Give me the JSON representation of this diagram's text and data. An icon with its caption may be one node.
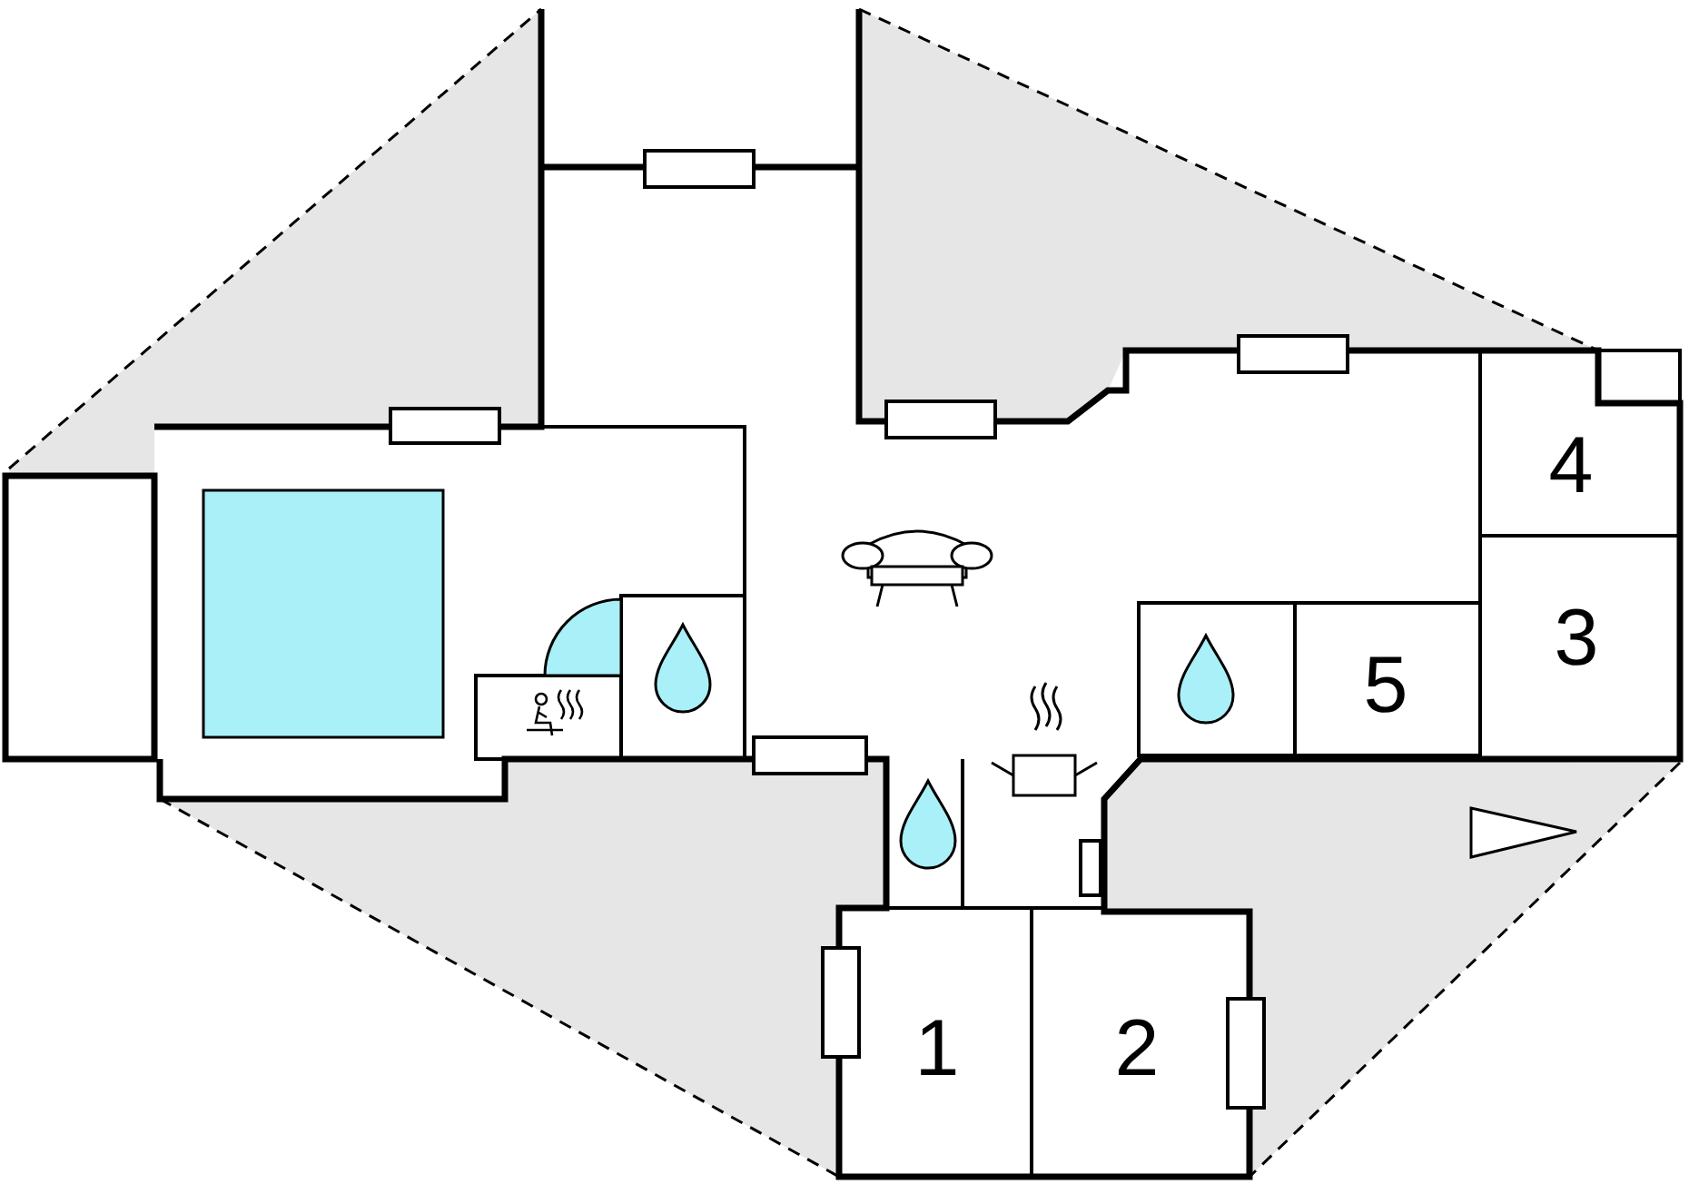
{
  "diagram": {
    "labels": [
      "4",
      "3",
      "5",
      "1",
      "2"
    ]
  }
}
